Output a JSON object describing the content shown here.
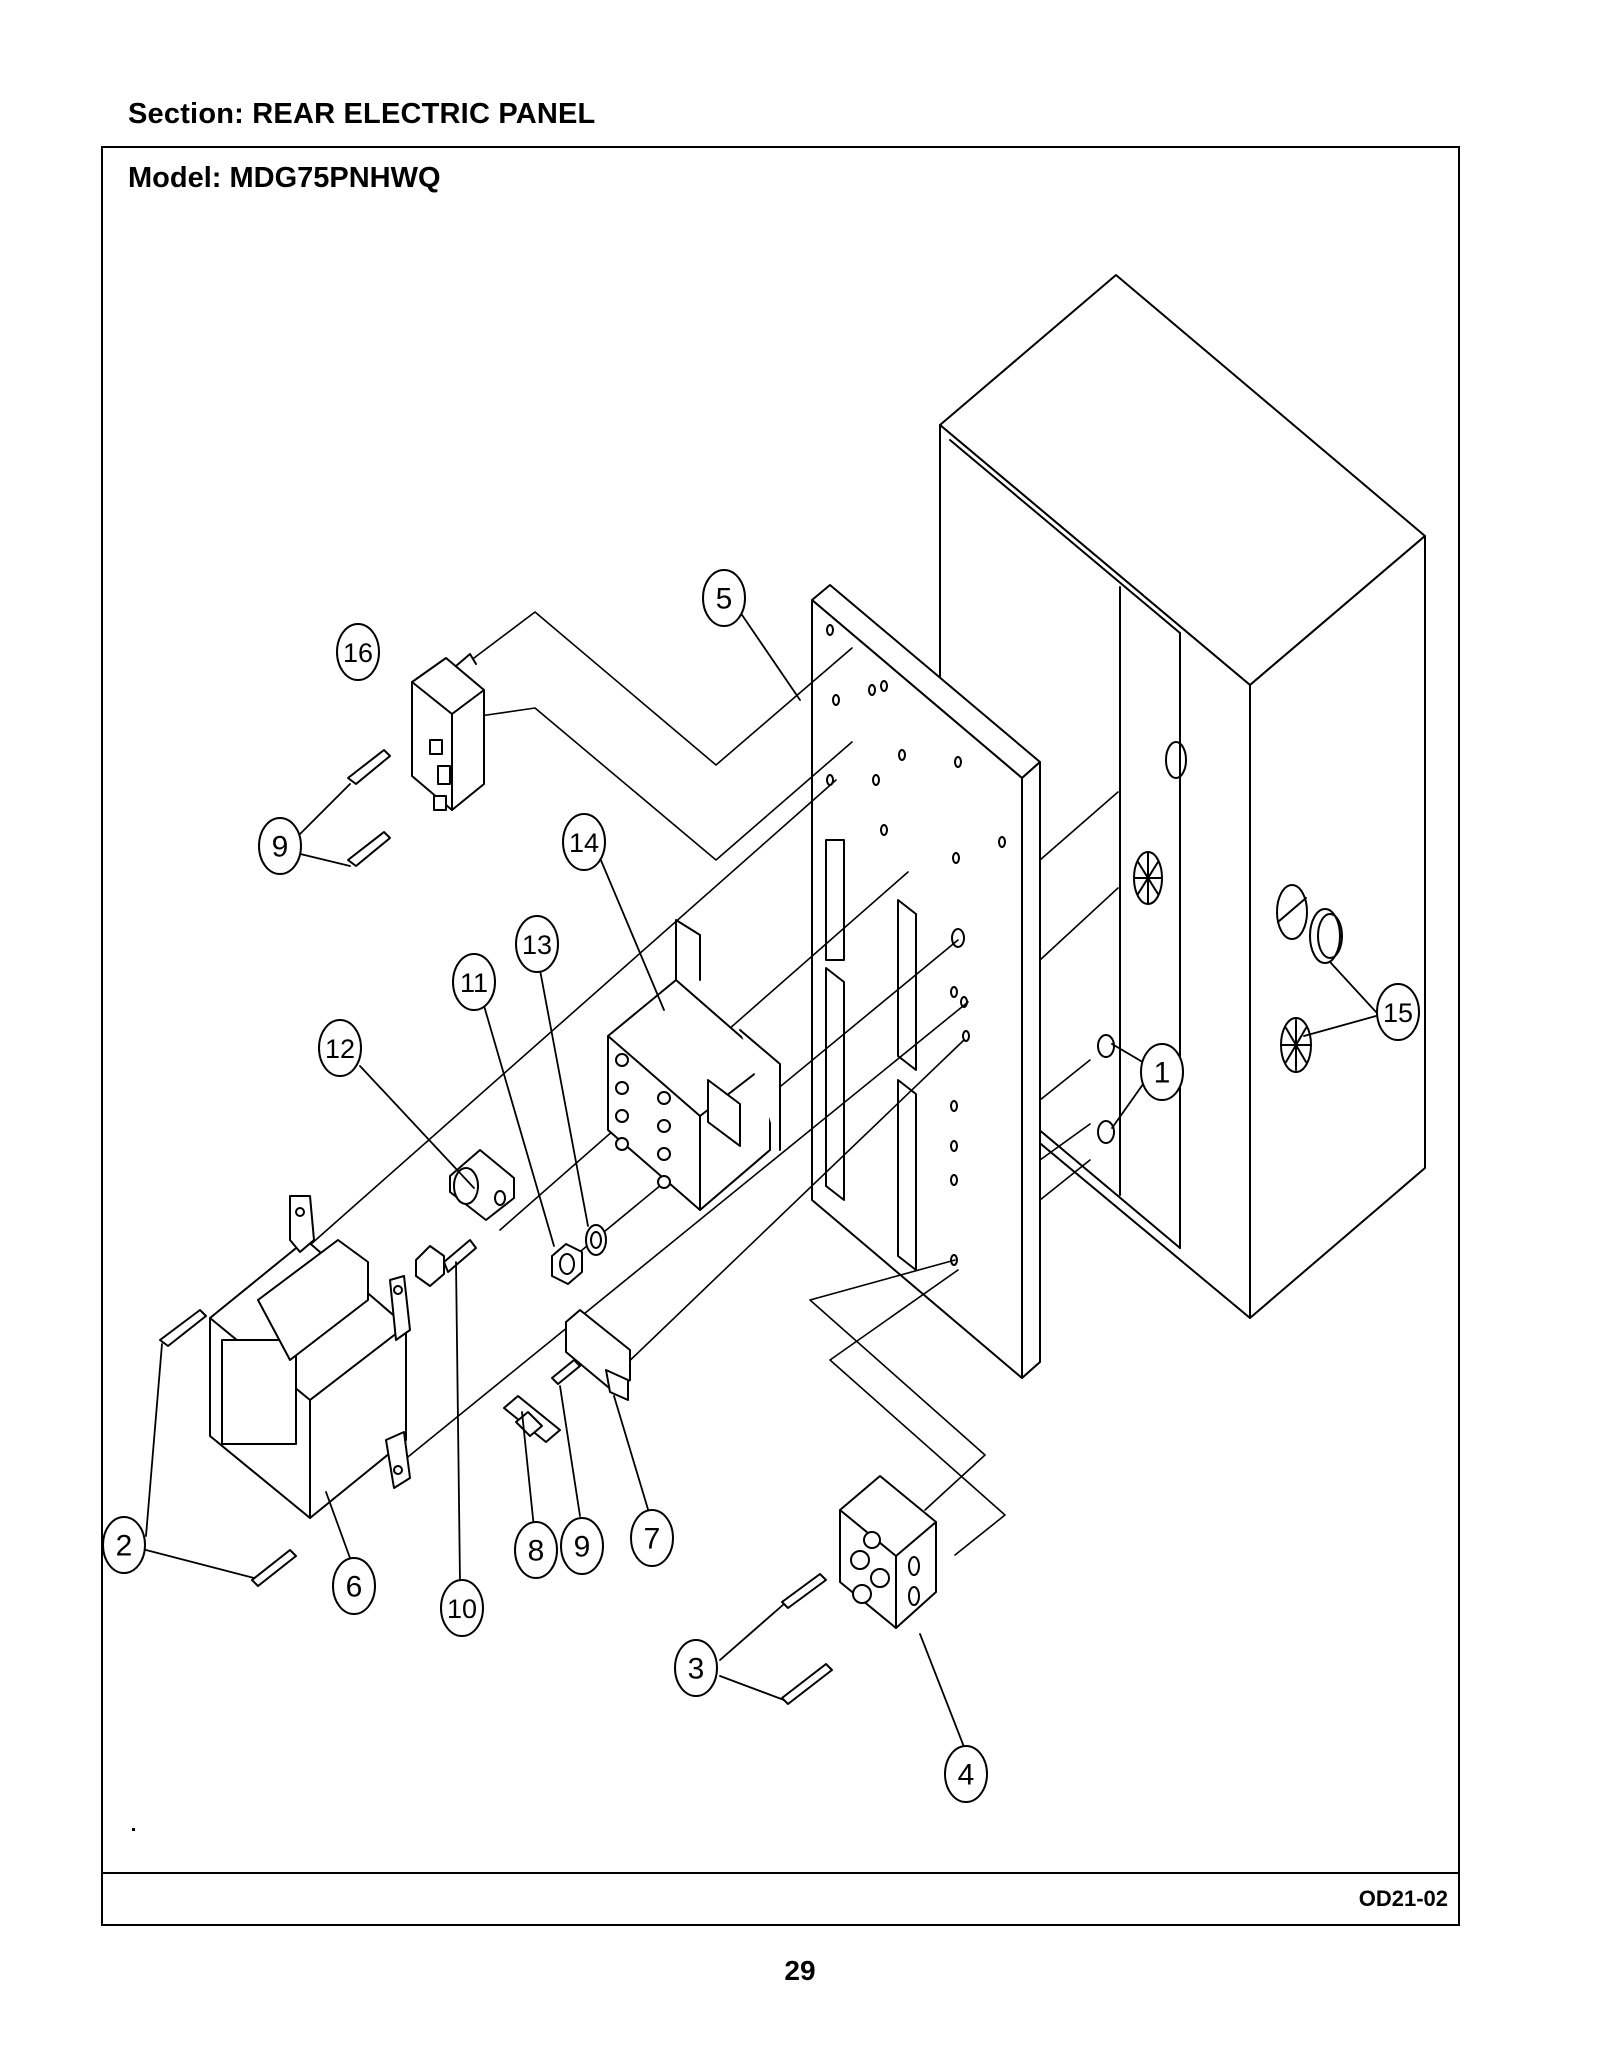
{
  "section_title": "Section:  REAR ELECTRIC PANEL",
  "model_title": "Model:  MDG75PNHWQ",
  "drawing_code": "OD21-02",
  "page_number": "29",
  "callouts": [
    "1",
    "2",
    "2",
    "3",
    "3",
    "4",
    "5",
    "6",
    "7",
    "8",
    "9",
    "9",
    "9",
    "10",
    "11",
    "12",
    "13",
    "14",
    "15",
    "15",
    "16"
  ]
}
